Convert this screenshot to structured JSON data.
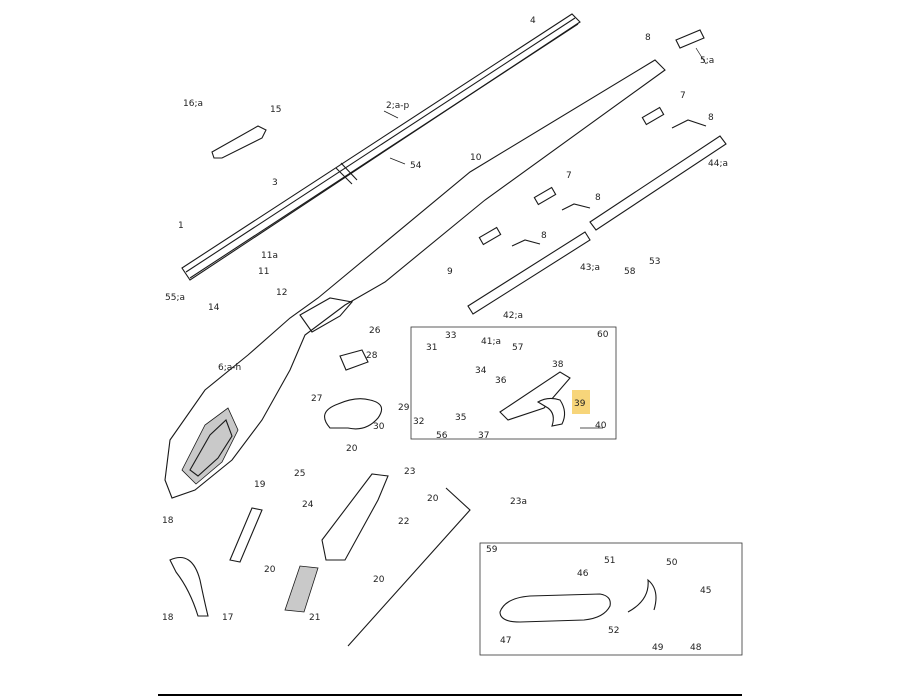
{
  "highlight_color": "#f7d57a",
  "highlighted_part": "39",
  "labels": {
    "p1": "1",
    "p2": "2;a-p",
    "p3": "3",
    "p4": "4",
    "p5": "5;a",
    "p6": "6;a-h",
    "p7a": "7",
    "p7b": "7",
    "p8a": "8",
    "p8b": "8",
    "p8c": "8",
    "p8d": "8",
    "p9": "9",
    "p10": "10",
    "p11": "11",
    "p11a": "11a",
    "p12": "12",
    "p14": "14",
    "p15": "15",
    "p16a": "16;a",
    "p17": "17",
    "p18a": "18",
    "p18b": "18",
    "p19": "19",
    "p20a": "20",
    "p20b": "20",
    "p20c": "20",
    "p20d": "20",
    "p21": "21",
    "p22": "22",
    "p23": "23",
    "p23a": "23a",
    "p24": "24",
    "p25": "25",
    "p26": "26",
    "p27": "27",
    "p28": "28",
    "p29": "29",
    "p30": "30",
    "p31": "31",
    "p32": "32",
    "p33": "33",
    "p34": "34",
    "p35": "35",
    "p36": "36",
    "p37": "37",
    "p38": "38",
    "p39": "39",
    "p40": "40",
    "p41a": "41;a",
    "p42a": "42;a",
    "p43a": "43;a",
    "p44a": "44;a",
    "p45": "45",
    "p46": "46",
    "p47": "47",
    "p48": "48",
    "p49": "49",
    "p50": "50",
    "p51": "51",
    "p52": "52",
    "p53": "53",
    "p54": "54",
    "p55a": "55;a",
    "p56": "56",
    "p57": "57",
    "p58": "58",
    "p59": "59",
    "p60": "60"
  }
}
